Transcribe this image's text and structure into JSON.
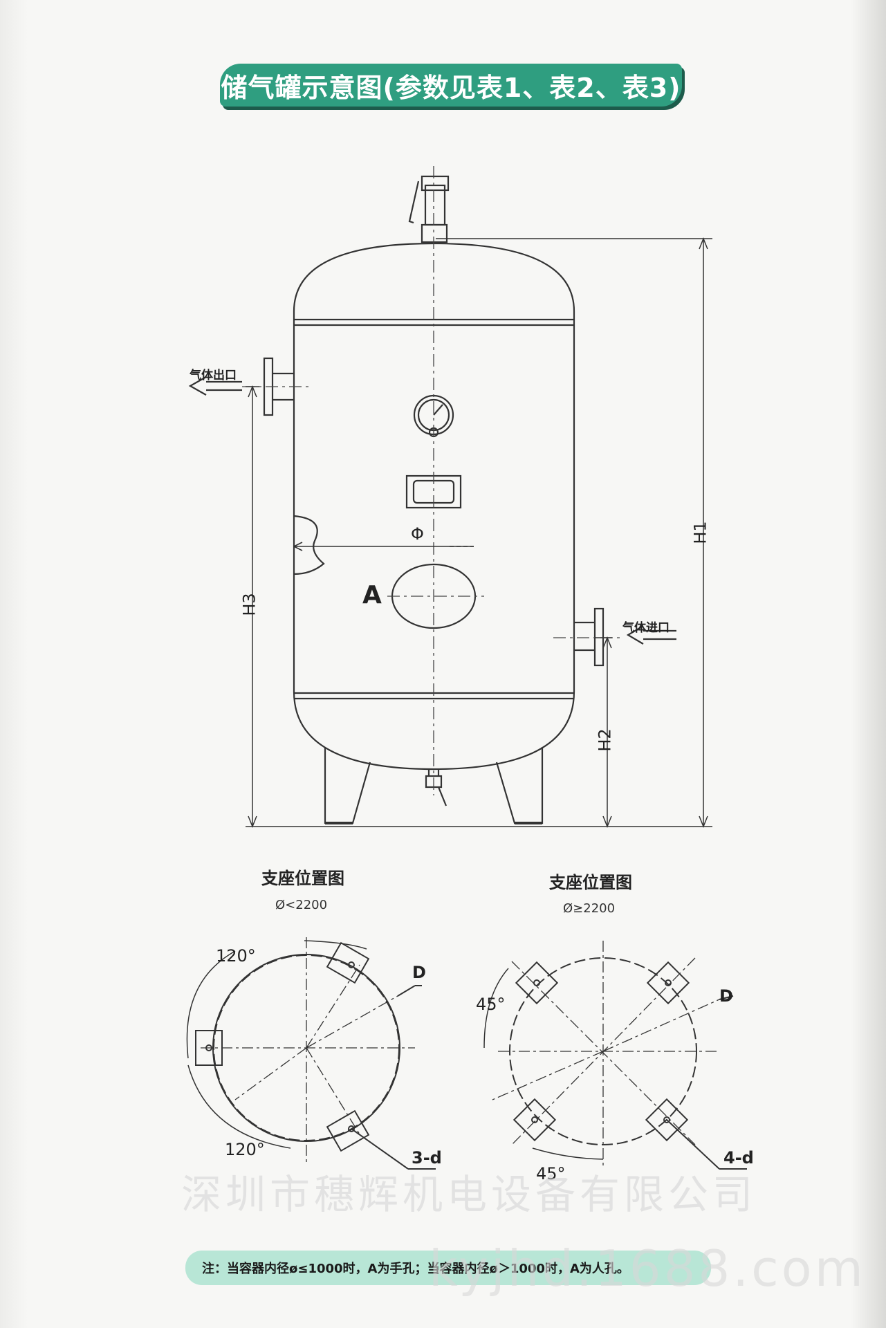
{
  "title": "储气罐示意图(参数见表1、表2、表3)",
  "tank": {
    "outlet_label": "气体出口",
    "inlet_label": "气体进口",
    "manhole_label": "A",
    "diameter_label": "Φ",
    "h1_label": "H1",
    "h2_label": "H2",
    "h3_label": "H3"
  },
  "support_small": {
    "title": "支座位置图",
    "condition": "Ø<2200",
    "angle_top": "120°",
    "angle_bottom": "120°",
    "d_label": "D",
    "holes_label": "3-d"
  },
  "support_large": {
    "title": "支座位置图",
    "condition": "Ø≥2200",
    "angle_left": "45°",
    "angle_bottom": "45°",
    "d_label": "D",
    "holes_label": "4-d"
  },
  "watermark_company": "深圳市穗辉机电设备有限公司",
  "watermark_site": "kyjhd.1688.com",
  "note": "注：当容器内径ø≤1000时，A为手孔；当容器内径ø＞1000时，A为人孔。"
}
